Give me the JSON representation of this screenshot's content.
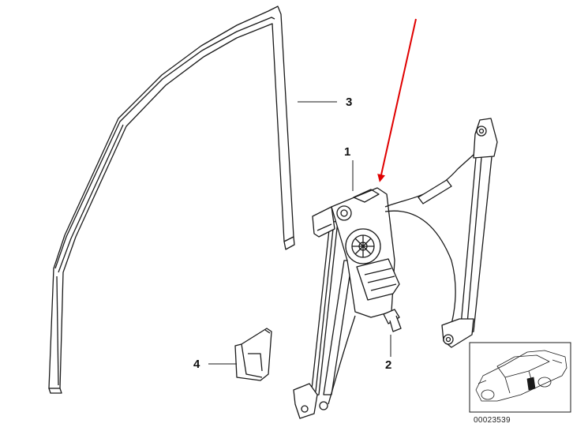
{
  "diagram": {
    "callouts": [
      {
        "id": "1",
        "label": "1"
      },
      {
        "id": "2",
        "label": "2"
      },
      {
        "id": "3",
        "label": "3"
      },
      {
        "id": "4",
        "label": "4"
      }
    ],
    "reference_number": "00023539",
    "colors": {
      "line": "#1a1a1a",
      "fill": "#ffffff",
      "arrow": "#e00000"
    }
  }
}
